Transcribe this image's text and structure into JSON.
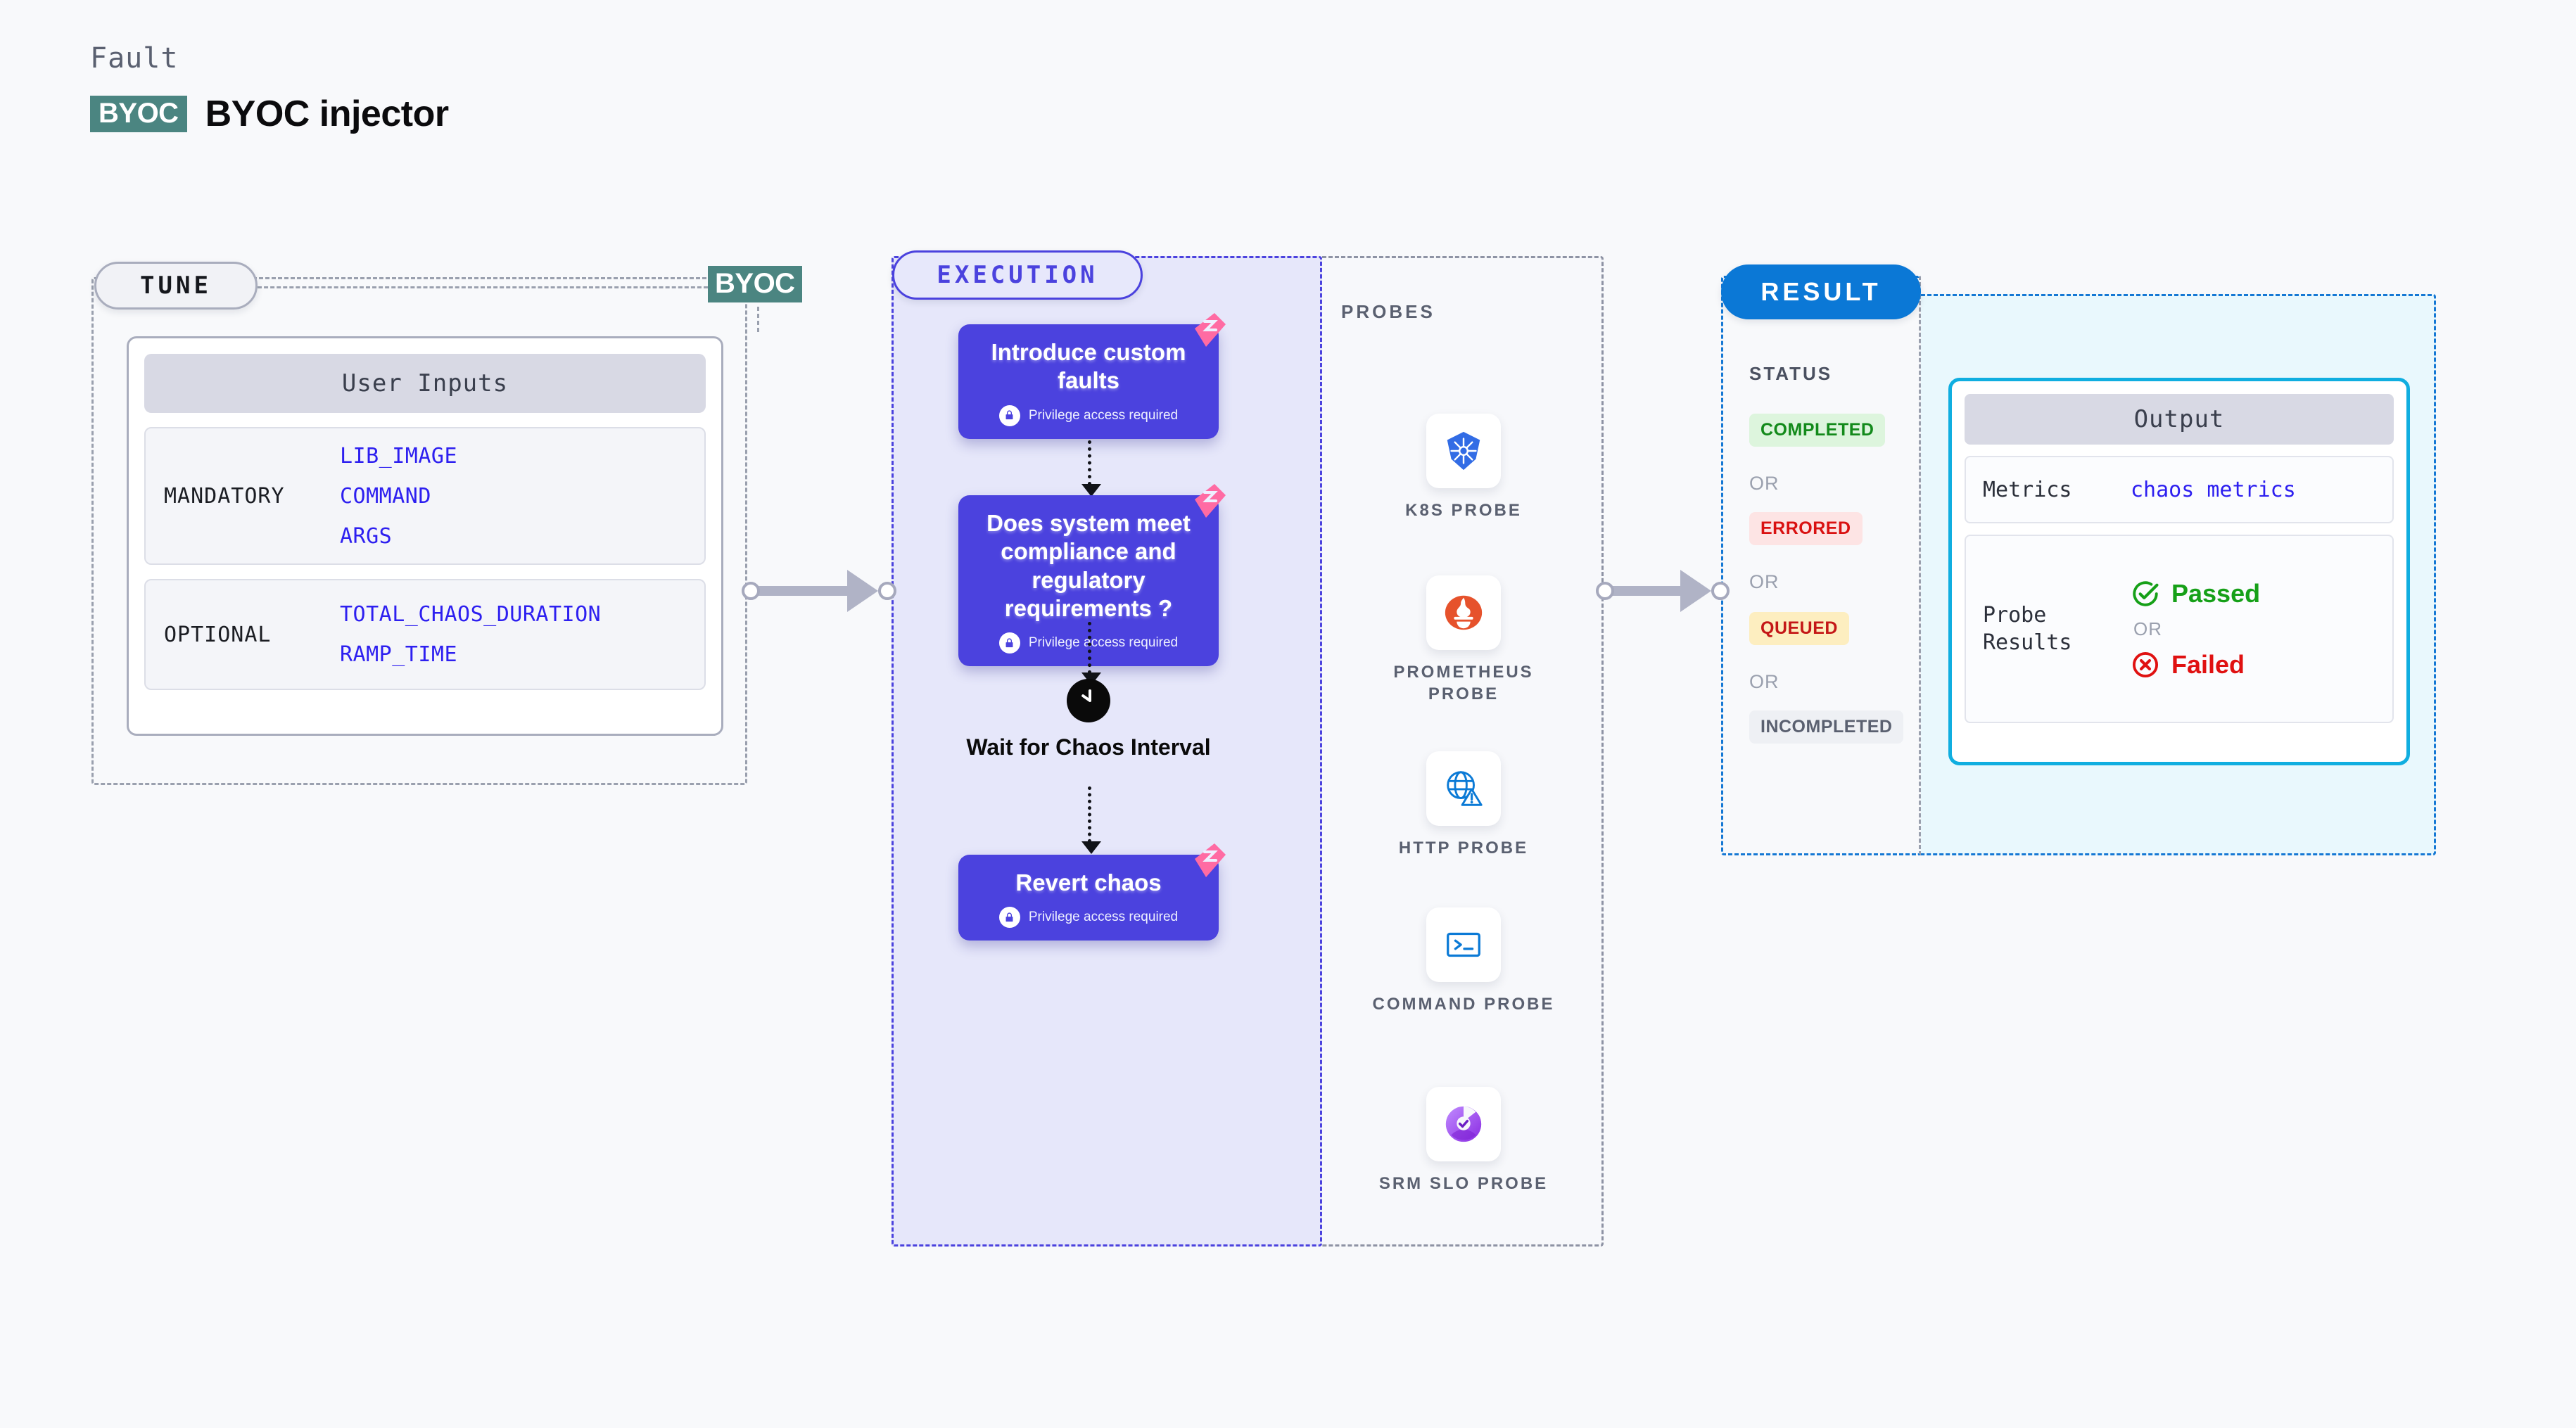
{
  "header": {
    "eyebrow": "Fault",
    "badge": "BYOC",
    "title": "BYOC injector"
  },
  "tune": {
    "pill_label": "TUNE",
    "card_header": "User Inputs",
    "groups": [
      {
        "label": "MANDATORY",
        "values": [
          "LIB_IMAGE",
          "COMMAND",
          "ARGS"
        ]
      },
      {
        "label": "OPTIONAL",
        "values": [
          "TOTAL_CHAOS_DURATION",
          "RAMP_TIME"
        ]
      }
    ],
    "connector_badge": "BYOC"
  },
  "execution": {
    "pill_label": "EXECUTION",
    "privilege_note": "Privilege access required",
    "nodes": [
      {
        "title": "Introduce custom faults",
        "privileged": true,
        "icon": "lock-icon",
        "ribbon": "harness-ribbon-icon"
      },
      {
        "title": "Does system meet compliance and regulatory requirements ?",
        "privileged": true,
        "icon": "lock-icon",
        "ribbon": "harness-ribbon-icon"
      },
      {
        "title": "Wait for Chaos Interval",
        "privileged": false,
        "icon": "clock-icon",
        "ribbon": null
      },
      {
        "title": "Revert chaos",
        "privileged": true,
        "icon": "lock-icon",
        "ribbon": "harness-ribbon-icon"
      }
    ]
  },
  "probes": {
    "title": "PROBES",
    "items": [
      {
        "label": "K8S PROBE",
        "icon": "kubernetes-icon"
      },
      {
        "label": "PROMETHEUS PROBE",
        "icon": "prometheus-icon"
      },
      {
        "label": "HTTP PROBE",
        "icon": "http-globe-warning-icon"
      },
      {
        "label": "COMMAND PROBE",
        "icon": "terminal-icon"
      },
      {
        "label": "SRM SLO PROBE",
        "icon": "srm-slo-donut-icon"
      }
    ]
  },
  "result": {
    "pill_label": "RESULT",
    "status_title": "STATUS",
    "or_label": "OR",
    "statuses": [
      {
        "label": "COMPLETED",
        "bg": "#ddf5dd",
        "color": "#138a1b"
      },
      {
        "label": "ERRORED",
        "bg": "#fde4e4",
        "color": "#d91111"
      },
      {
        "label": "QUEUED",
        "bg": "#fdeec0",
        "color": "#c41717"
      },
      {
        "label": "INCOMPLETED",
        "bg": "#eef0f4",
        "color": "#5a6070"
      }
    ],
    "output": {
      "header": "Output",
      "metrics_key": "Metrics",
      "metrics_value": "chaos metrics",
      "probe_results_key": "Probe Results",
      "passed_label": "Passed",
      "failed_label": "Failed",
      "or_label": "OR"
    }
  },
  "colors": {
    "brand_purple": "#4b42de",
    "brand_teal": "#4b8581",
    "result_blue": "#0b78d6",
    "output_border_cyan": "#10aee0",
    "ribbon_pink": "#ff6ba3",
    "link_blue": "#2d1ff0",
    "page_bg": "#f8f9fb"
  }
}
